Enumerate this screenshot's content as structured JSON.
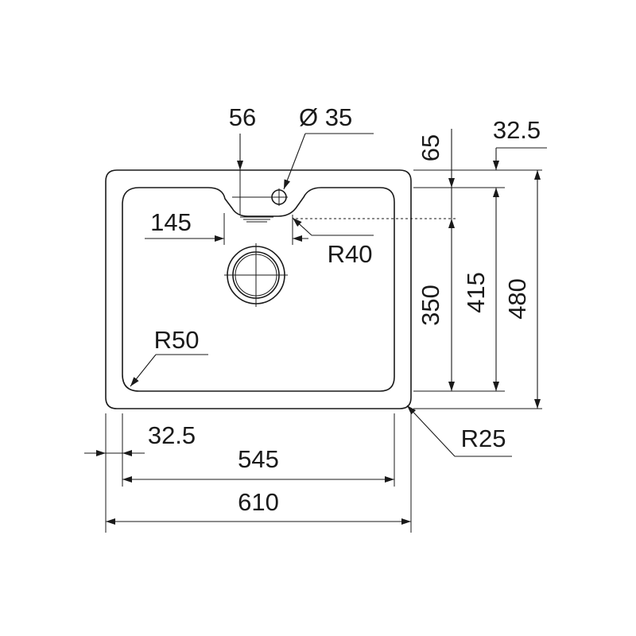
{
  "drawing": {
    "labels": {
      "tap_offset": "56",
      "tap_hole": "Ø 35",
      "top_rim_h": "65",
      "side_rim_right": "32.5",
      "notch_width": "145",
      "notch_radius": "R40",
      "bowl_depth": "350",
      "inner_depth": "415",
      "overall_depth": "480",
      "bowl_corner_radius": "R50",
      "outer_corner_radius": "R25",
      "side_rim_left": "32.5",
      "bowl_width": "545",
      "overall_width": "610"
    },
    "colors": {
      "ink": "#1a1a1a",
      "background": "#ffffff"
    }
  }
}
